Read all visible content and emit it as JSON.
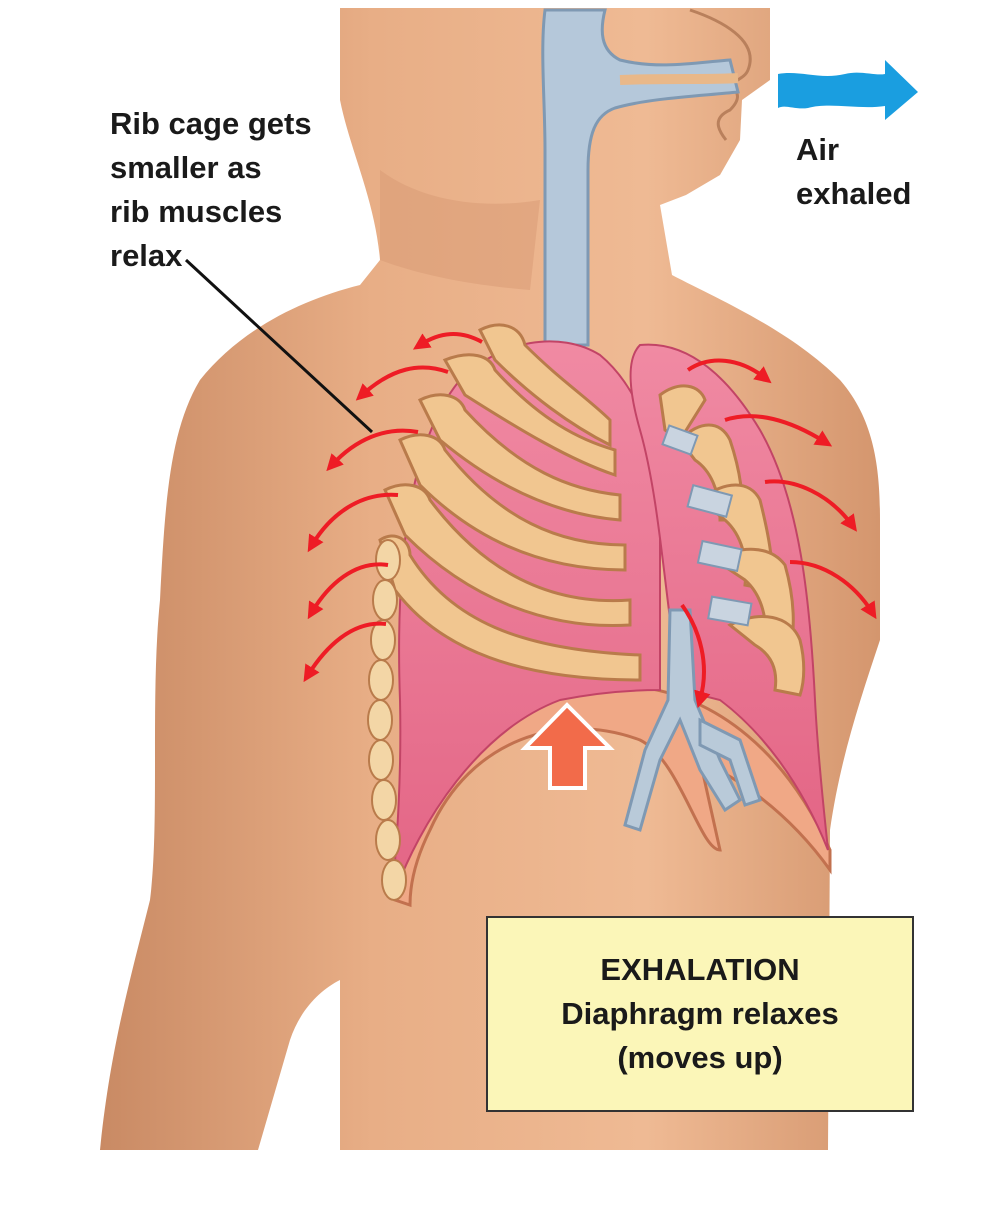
{
  "labels": {
    "rib_cage": [
      "Rib cage gets",
      "smaller as",
      "rib muscles",
      "relax"
    ],
    "air": [
      "Air",
      "exhaled"
    ]
  },
  "caption": {
    "title": "EXHALATION",
    "line1": "Diaphragm relaxes",
    "line2": "(moves up)"
  },
  "colors": {
    "skin": "#e5a77f",
    "lung": "#e8708c",
    "rib": "#f0c38e",
    "trachea": "#a9bfd3",
    "arrow_red": "#ee1c25",
    "arrow_blue": "#1a9ee0",
    "diaphragm_arrow": "#f26b4a",
    "caption_bg": "#fbf6b8"
  },
  "icons": {
    "air_arrow": "right-arrow-icon",
    "diaphragm_arrow": "up-arrow-icon"
  }
}
